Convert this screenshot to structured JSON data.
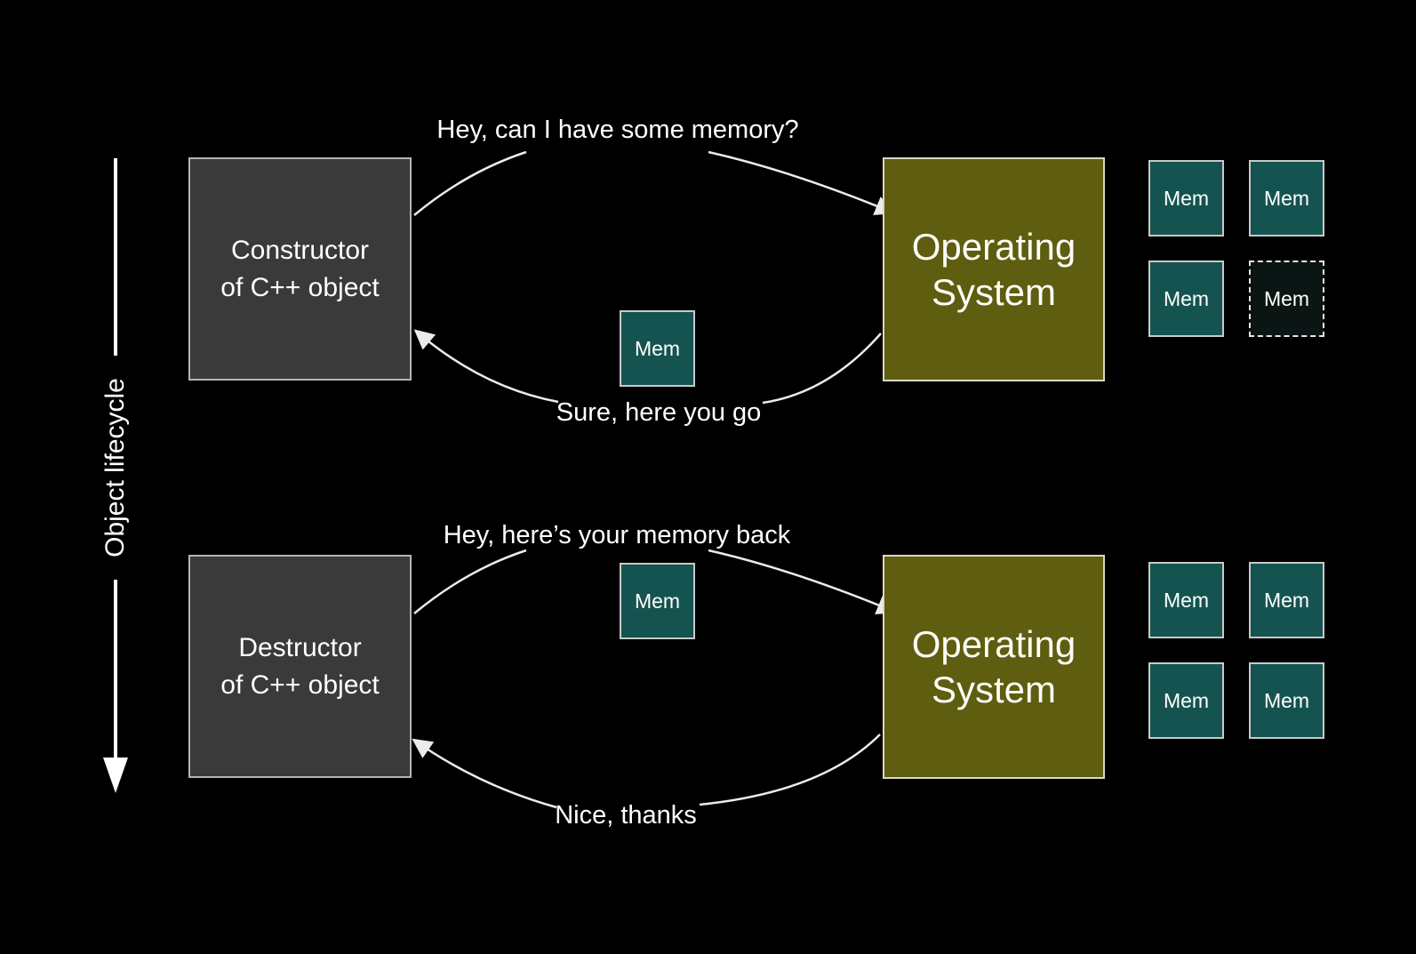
{
  "slide": {
    "lifecycle": {
      "label": "Object lifecycle"
    },
    "top_flow": {
      "actor": {
        "line1": "Constructor",
        "line2": "of C++ object"
      },
      "request_label": "Hey, can I have some memory?",
      "response_label": "Sure, here you go",
      "os": {
        "line1": "Operating",
        "line2": "System"
      },
      "transfer_chip": {
        "label": "Mem"
      },
      "os_mem_slots": [
        {
          "label": "Mem",
          "state": "filled"
        },
        {
          "label": "Mem",
          "state": "filled"
        },
        {
          "label": "Mem",
          "state": "filled"
        },
        {
          "label": "Mem",
          "state": "empty"
        }
      ]
    },
    "bottom_flow": {
      "actor": {
        "line1": "Destructor",
        "line2": "of C++ object"
      },
      "request_label": "Hey, here’s your memory back",
      "response_label": "Nice, thanks",
      "os": {
        "line1": "Operating",
        "line2": "System"
      },
      "transfer_chip": {
        "label": "Mem"
      },
      "os_mem_slots": [
        {
          "label": "Mem",
          "state": "filled"
        },
        {
          "label": "Mem",
          "state": "filled"
        },
        {
          "label": "Mem",
          "state": "filled"
        },
        {
          "label": "Mem",
          "state": "filled"
        }
      ]
    },
    "colors": {
      "background": "#000000",
      "actor_box": "#3a3a3a",
      "os_box": "#5e5d10",
      "mem_chip": "#155350",
      "mem_chip_empty": "#0b1514",
      "text": "#ffffff",
      "arrow": "#ebebeb"
    }
  }
}
